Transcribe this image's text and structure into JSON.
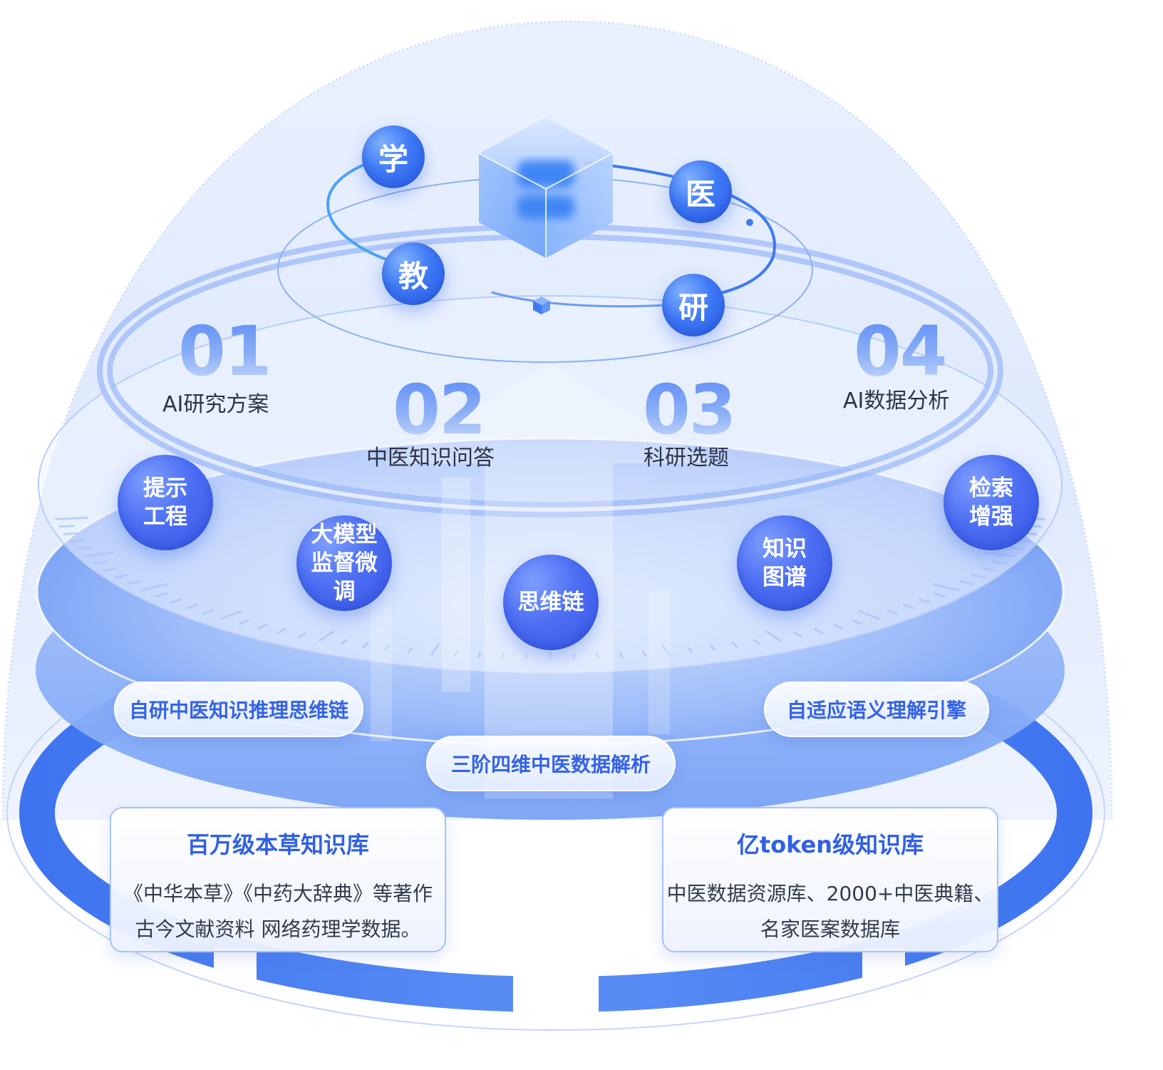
{
  "center_ring": {
    "orbs": [
      "学",
      "医",
      "教",
      "研"
    ]
  },
  "features": [
    {
      "num": "01",
      "label": "AI研究方案"
    },
    {
      "num": "02",
      "label": "中医知识问答"
    },
    {
      "num": "03",
      "label": "科研选题"
    },
    {
      "num": "04",
      "label": "AI数据分析"
    }
  ],
  "techniques": [
    {
      "lines": [
        "提示",
        "工程"
      ]
    },
    {
      "lines": [
        "大模型",
        "监督微",
        "调"
      ]
    },
    {
      "lines": [
        "思维链"
      ]
    },
    {
      "lines": [
        "知识",
        "图谱"
      ]
    },
    {
      "lines": [
        "检索",
        "增强"
      ]
    }
  ],
  "engines": [
    "自研中医知识推理思维链",
    "自适应语义理解引擎",
    "三阶四维中医数据解析"
  ],
  "knowledge_bases": [
    {
      "title": "百万级本草知识库",
      "lines": [
        "《中华本草》《中药大辞典》等著作",
        "古今文献资料   网络药理学数据。"
      ]
    },
    {
      "title": "亿token级知识库",
      "lines": [
        "中医数据资源库、2000+中医典籍、",
        "名家医案数据库"
      ]
    }
  ],
  "colors": {
    "primary": "#3563e6",
    "orb": "#3f7af6",
    "ring": "#4b7ff2",
    "dome": "#e3ecfe",
    "text": "#2c3345"
  },
  "icons": [
    "cube-logo-icon",
    "small-cube-icon"
  ]
}
